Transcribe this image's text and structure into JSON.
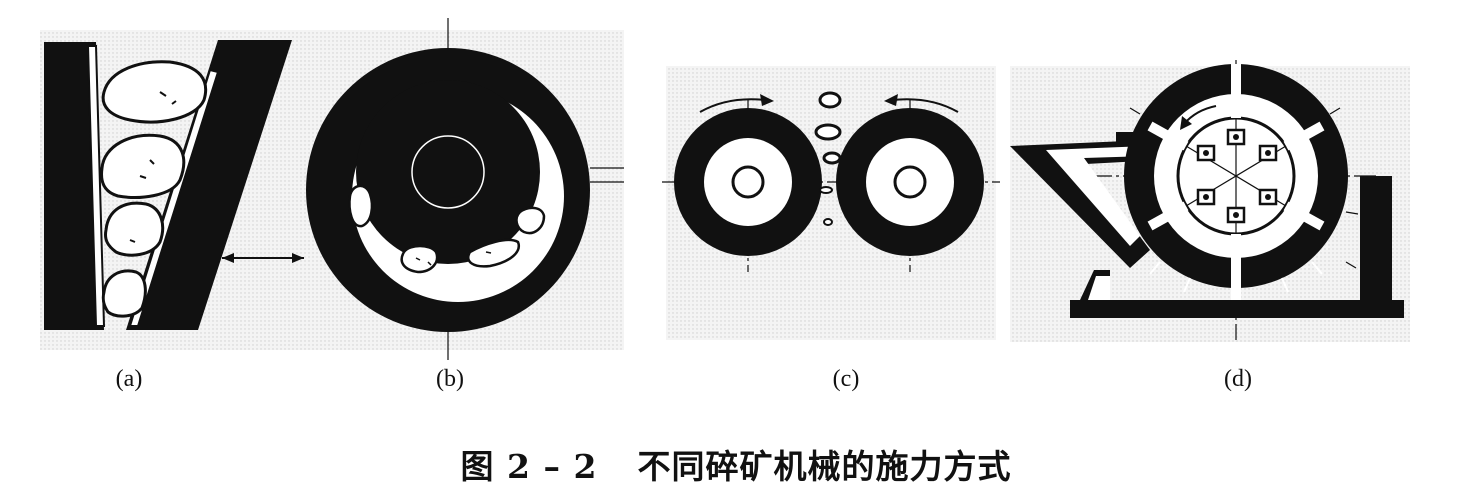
{
  "panels": [
    {
      "id": "a",
      "label": "(a)"
    },
    {
      "id": "b",
      "label": "(b)"
    },
    {
      "id": "c",
      "label": "(c)"
    },
    {
      "id": "d",
      "label": "(d)"
    }
  ],
  "caption": {
    "number": "图 2 – 2",
    "title": "不同碎矿机械的施力方式"
  },
  "colors": {
    "ink": "#111111",
    "paper": "#ffffff",
    "stipple": "#e6e6e6"
  }
}
